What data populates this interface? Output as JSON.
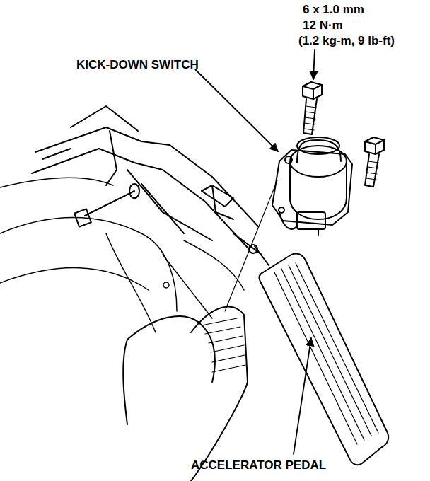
{
  "diagram": {
    "labels": [
      "KICK-DOWN SWITCH",
      "6 x 1.0 mm",
      "12 N·m",
      "(1.2 kg-m, 9 lb-ft)",
      "ACCELERATOR PEDAL"
    ]
  }
}
